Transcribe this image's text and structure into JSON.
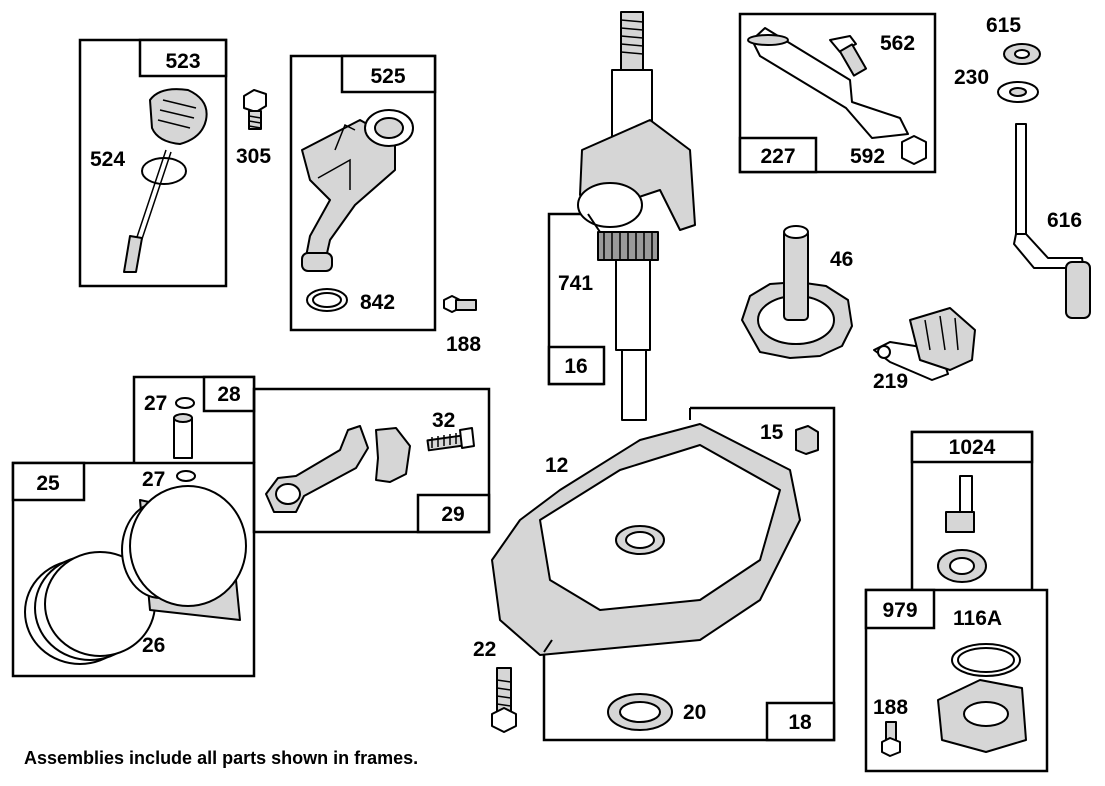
{
  "footer_note": "Assemblies include all parts shown in frames.",
  "parts": [
    {
      "id": "p523",
      "number": "523"
    },
    {
      "id": "p524",
      "number": "524"
    },
    {
      "id": "p305",
      "number": "305"
    },
    {
      "id": "p525",
      "number": "525"
    },
    {
      "id": "p842",
      "number": "842"
    },
    {
      "id": "p188a",
      "number": "188"
    },
    {
      "id": "p741",
      "number": "741"
    },
    {
      "id": "p16",
      "number": "16"
    },
    {
      "id": "p562",
      "number": "562"
    },
    {
      "id": "p227",
      "number": "227"
    },
    {
      "id": "p592",
      "number": "592"
    },
    {
      "id": "p615",
      "number": "615"
    },
    {
      "id": "p230",
      "number": "230"
    },
    {
      "id": "p616",
      "number": "616"
    },
    {
      "id": "p46",
      "number": "46"
    },
    {
      "id": "p219",
      "number": "219"
    },
    {
      "id": "p28",
      "number": "28"
    },
    {
      "id": "p27a",
      "number": "27"
    },
    {
      "id": "p27b",
      "number": "27"
    },
    {
      "id": "p32",
      "number": "32"
    },
    {
      "id": "p29",
      "number": "29"
    },
    {
      "id": "p25",
      "number": "25"
    },
    {
      "id": "p26",
      "number": "26"
    },
    {
      "id": "p15",
      "number": "15"
    },
    {
      "id": "p12",
      "number": "12"
    },
    {
      "id": "p22",
      "number": "22"
    },
    {
      "id": "p20",
      "number": "20"
    },
    {
      "id": "p18",
      "number": "18"
    },
    {
      "id": "p1024",
      "number": "1024"
    },
    {
      "id": "p979",
      "number": "979"
    },
    {
      "id": "p116a",
      "number": "116A"
    },
    {
      "id": "p188b",
      "number": "188"
    }
  ]
}
